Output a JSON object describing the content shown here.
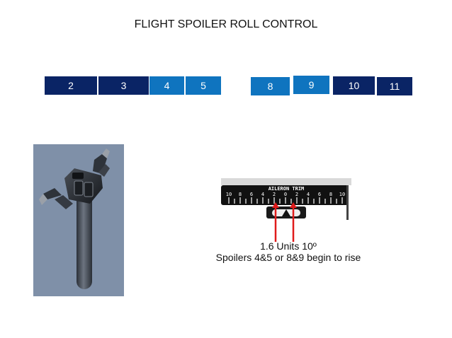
{
  "title": "FLIGHT SPOILER ROLL CONTROL",
  "spoilers": [
    {
      "label": "2",
      "color": "#0a2465"
    },
    {
      "label": "3",
      "color": "#0a2465"
    },
    {
      "label": "4",
      "color": "#0f74bf"
    },
    {
      "label": "5",
      "color": "#0f74bf"
    },
    {
      "label": "8",
      "color": "#0f74bf"
    },
    {
      "label": "9",
      "color": "#0f74bf"
    },
    {
      "label": "10",
      "color": "#0a2465"
    },
    {
      "label": "11",
      "color": "#0a2465"
    }
  ],
  "trim_indicator": {
    "label": "AILERON TRIM",
    "ticks": [
      "10",
      "8",
      "6",
      "4",
      "2",
      "0",
      "2",
      "4",
      "6",
      "8",
      "10"
    ]
  },
  "caption": {
    "line1": "1.6 Units 10º",
    "line2": "Spoilers 4&5 or 8&9 begin to rise"
  },
  "colors": {
    "dark_spoiler": "#0a2465",
    "light_spoiler": "#0f74bf",
    "marker": "#e01b1b",
    "yoke_background": "#7f90a8"
  }
}
